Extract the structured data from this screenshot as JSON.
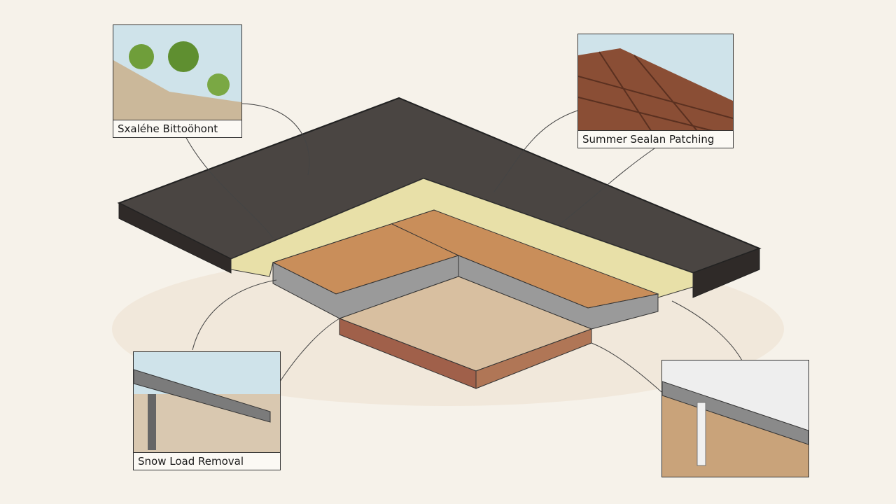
{
  "callouts": {
    "top_left": "Sxaléhe Bittoöhont",
    "top_right": "Summer Sealan Patching",
    "bottom_left": "Snow Load Removal"
  },
  "colors": {
    "background": "#f6f2ea",
    "membrane": "#4a4542",
    "insulation": "#e8e0a8",
    "decking": "#c98e5a",
    "concrete": "#9a9a9a",
    "substrate": "#d8bfa0"
  }
}
